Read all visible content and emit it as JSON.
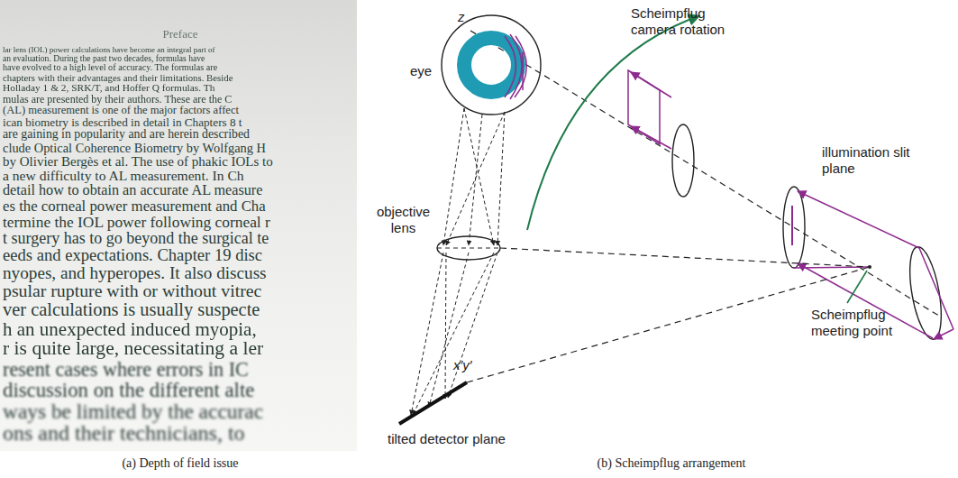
{
  "diagram": {
    "labels": [
      "Preface",
      "lar lens (IOL) power calculations have become an integral part of",
      "an evaluation. During the past two decades, formulas have",
      "have evolved to a high level of accuracy. The formulas are",
      "chapters with their advantages and their limitations. Beside",
      "Holladay 1 & 2, SRK/T, and Hoffer Q formulas. Th",
      "mulas are presented by their authors. These are the C",
      "(AL) measurement is one of the major factors affect",
      "ican biometry is described in detail in Chapters 8 t",
      "are gaining in popularity and are herein described",
      "clude Optical Coherence Biometry by Wolfgang H",
      "by Olivier Bergès et al. The use of phakic IOLs to",
      "a new difficulty to AL measurement. In Ch",
      "detail how to obtain an accurate AL measure",
      "es the corneal power measurement and Cha",
      "termine the IOL power following corneal r",
      "t surgery has to go beyond the surgical te",
      "eeds and expectations. Chapter 19 disc",
      "nyopes, and hyperopes. It also discuss",
      "psular rupture with or without vitrec",
      "ver calculations is usually suspecte",
      "h an unexpected induced myopia,",
      "r is quite large, necessitating a ler",
      "resent cases where errors in IC",
      "discussion on the different alte",
      "ways be limited by the accurac",
      "ons and their technicians, to",
      "z",
      "Scheimpflug camera rotation",
      "eye",
      "illumination slit plane",
      "objective lens",
      "Scheimpflug meeting point",
      "x′y′",
      "tilted detector plane",
      "(a) Depth of field issue",
      "(b) Scheimpflug arrangement"
    ]
  }
}
